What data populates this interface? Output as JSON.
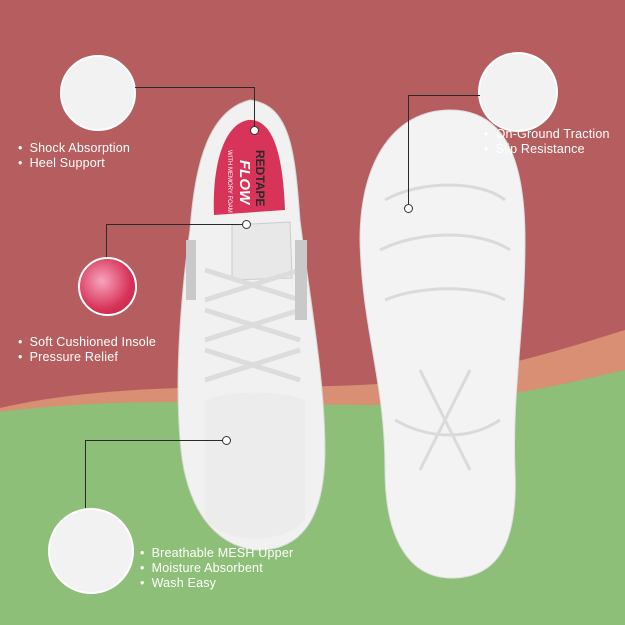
{
  "colors": {
    "top_bg": "#b65e5f",
    "wave": "#d88f74",
    "bottom_bg": "#8dbf79",
    "shoe": "#f1f1f1",
    "insole": "#d8345a"
  },
  "brand": {
    "name": "REDTAPE",
    "line": "FLOW",
    "insole_text": "WITH MEMORY FOAM"
  },
  "features": {
    "heel": [
      "Shock Absorption",
      "Heel Support"
    ],
    "insole": [
      "Soft Cushioned Insole",
      "Pressure Relief"
    ],
    "sole": [
      "On-Ground Traction",
      "Slip Resistance"
    ],
    "upper": [
      "Breathable MESH Upper",
      "Moisture Absorbent",
      "Wash Easy"
    ]
  }
}
